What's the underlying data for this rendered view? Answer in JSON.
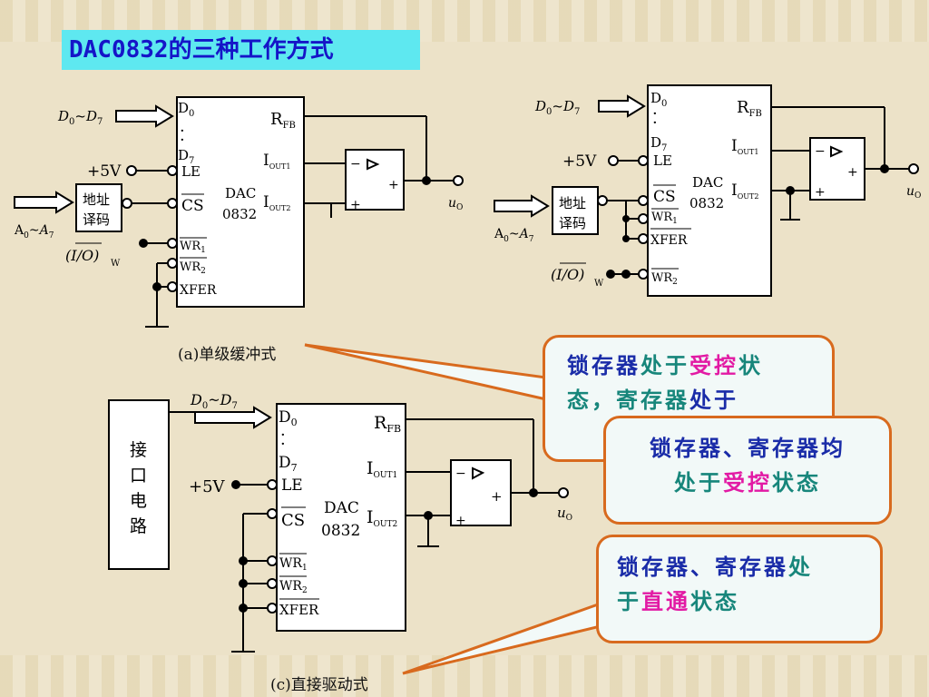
{
  "title": "DAC0832的三种工作方式",
  "chip": {
    "name1": "DAC",
    "name2": "0832"
  },
  "pins": {
    "d0": "D",
    "d0_sub": "0",
    "d7": "D",
    "d7_sub": "7",
    "dots": "·",
    "le": "LE",
    "cs": "CS",
    "wr1": "WR",
    "wr1_sub": "1",
    "wr2": "WR",
    "wr2_sub": "2",
    "xfer": "XFER",
    "rfb": "R",
    "rfb_sub": "FB",
    "iout1": "I",
    "iout1_sub": "OUT1",
    "iout2": "I",
    "iout2_sub": "OUT2"
  },
  "labels": {
    "data_bus": "D",
    "data_bus_sub0": "0",
    "tilde": "~",
    "data_bus_sub7": "7",
    "plus5v": "+5V",
    "addr_box_line1": "地址",
    "addr_box_line2": "译码",
    "addr_bus": "A",
    "addr_sub0": "0",
    "addr_sub7": "7",
    "io_w": "(I/O)",
    "io_w_sub": "W",
    "uo": "u",
    "uo_sub": "O",
    "opamp_minus": "−",
    "opamp_plus": "+",
    "iface_box": [
      "接",
      "口",
      "电",
      "路"
    ]
  },
  "captions": {
    "a": "(a)单级缓冲式",
    "c": "(c)直接驱动式"
  },
  "bubbles": {
    "b1_pre": "锁存器",
    "b1_mid1": "处于",
    "b1_hl": "受控",
    "b1_post1": "状",
    "b1_line2_pre": "态，寄存器",
    "b1_line2_mid": "处于",
    "b2_line1": "锁存器、寄存器均",
    "b2_mid": "处于",
    "b2_hl": "受控",
    "b2_post": "状态",
    "b3_line1_pre": "锁存器、寄存器",
    "b3_line1_mid": "处",
    "b3_mid": "于",
    "b3_hl": "直通",
    "b3_post": "状态"
  },
  "colors": {
    "title_bg": "#5ee8f0",
    "title_text": "#1515c8",
    "callout_border": "#d86a1e",
    "highlight": "#e21aa4",
    "teal": "#17867b",
    "blue_text": "#1a2ca8"
  }
}
